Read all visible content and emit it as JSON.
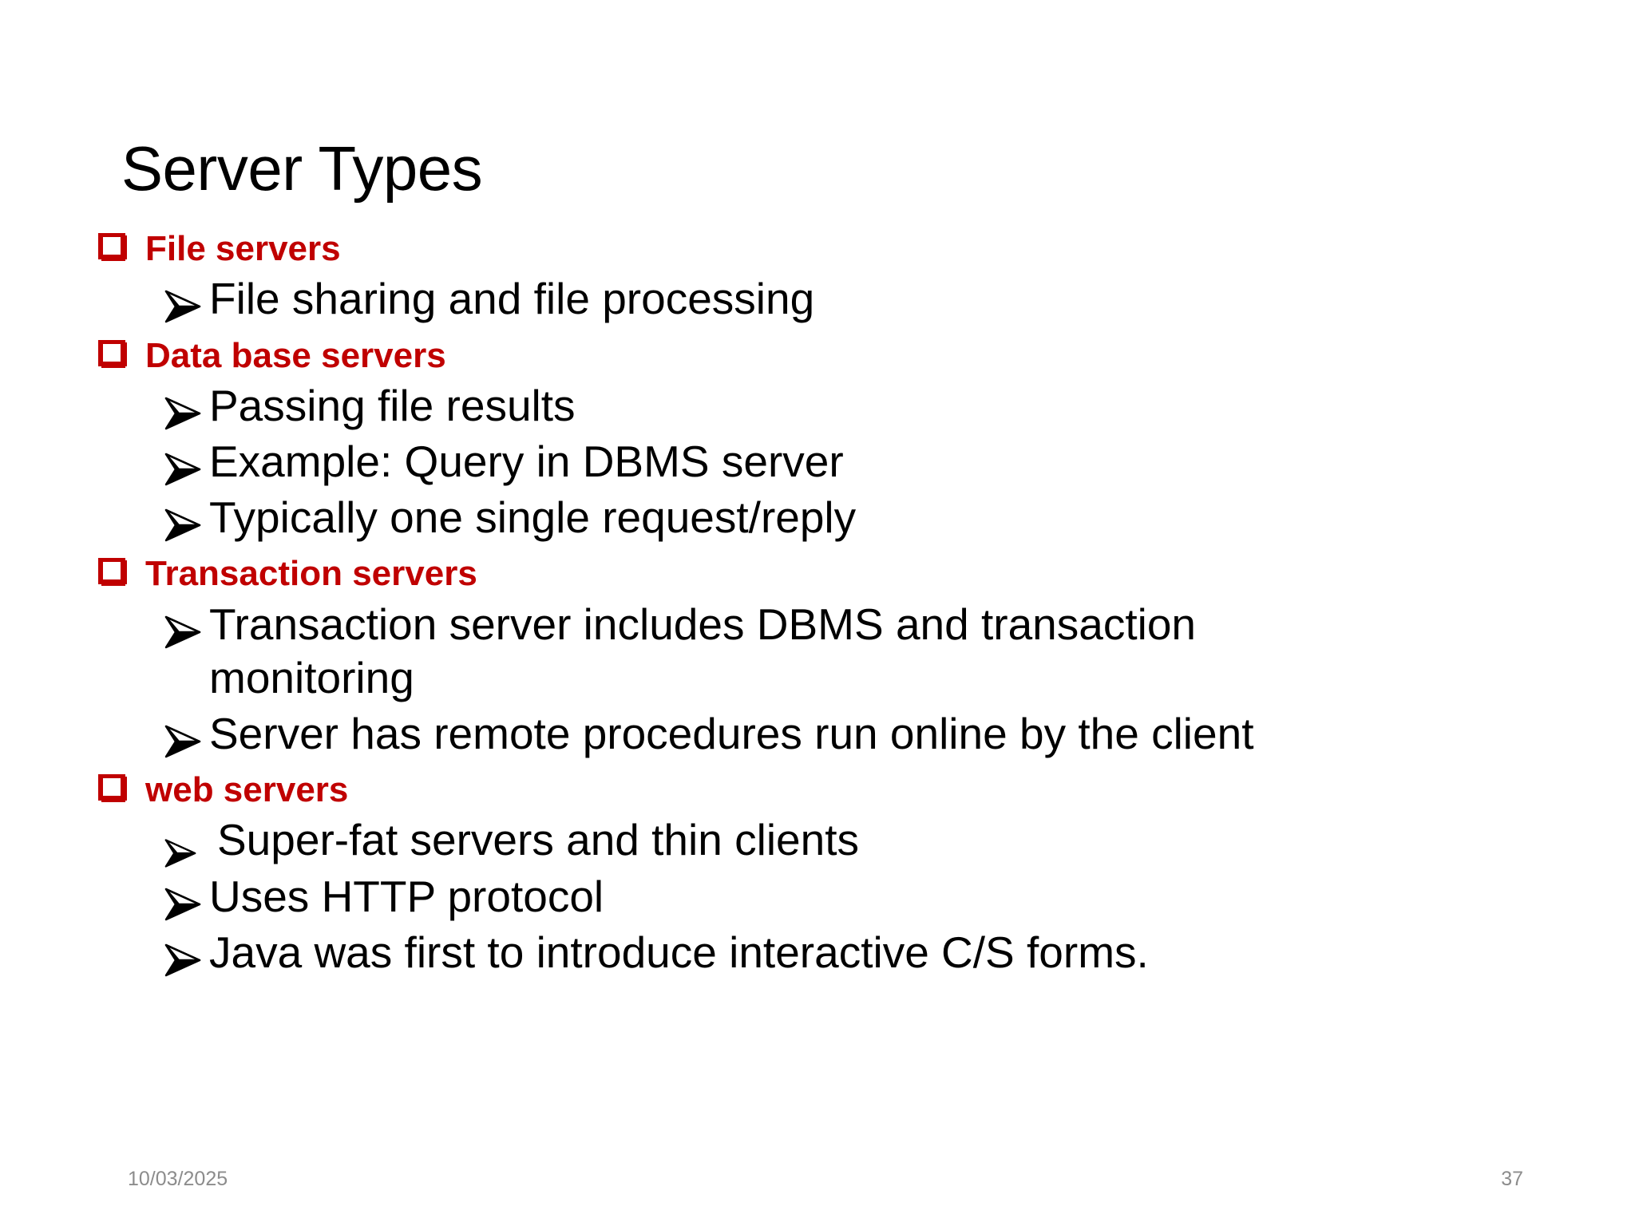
{
  "slide": {
    "title": "Server Types",
    "accent_color": "#C00000",
    "text_color": "#000000",
    "background_color": "#FFFFFF",
    "footer_color": "#8C8C8C"
  },
  "bullets": {
    "level1_icon": "hollow-square-bullet",
    "level2_icon": "arrowhead-bullet"
  },
  "sections": [
    {
      "heading": "File servers",
      "items": [
        {
          "lines": [
            "File sharing and file processing"
          ]
        }
      ]
    },
    {
      "heading": "Data base servers",
      "items": [
        {
          "lines": [
            "Passing file results"
          ]
        },
        {
          "lines": [
            "Example: Query in DBMS server"
          ]
        },
        {
          "lines": [
            "Typically one single request/reply"
          ]
        }
      ]
    },
    {
      "heading": "Transaction servers",
      "items": [
        {
          "lines": [
            "Transaction server includes DBMS and transaction",
            "monitoring"
          ]
        },
        {
          "lines": [
            "Server has remote procedures run online by the client"
          ]
        }
      ]
    },
    {
      "heading": "web servers",
      "items": [
        {
          "lines": [
            "Super-fat servers and thin clients"
          ]
        },
        {
          "lines": [
            "Uses HTTP protocol"
          ]
        },
        {
          "lines": [
            "Java was first to introduce interactive C/S forms."
          ]
        }
      ]
    }
  ],
  "footer": {
    "date": "10/03/2025",
    "page_number": "37"
  }
}
